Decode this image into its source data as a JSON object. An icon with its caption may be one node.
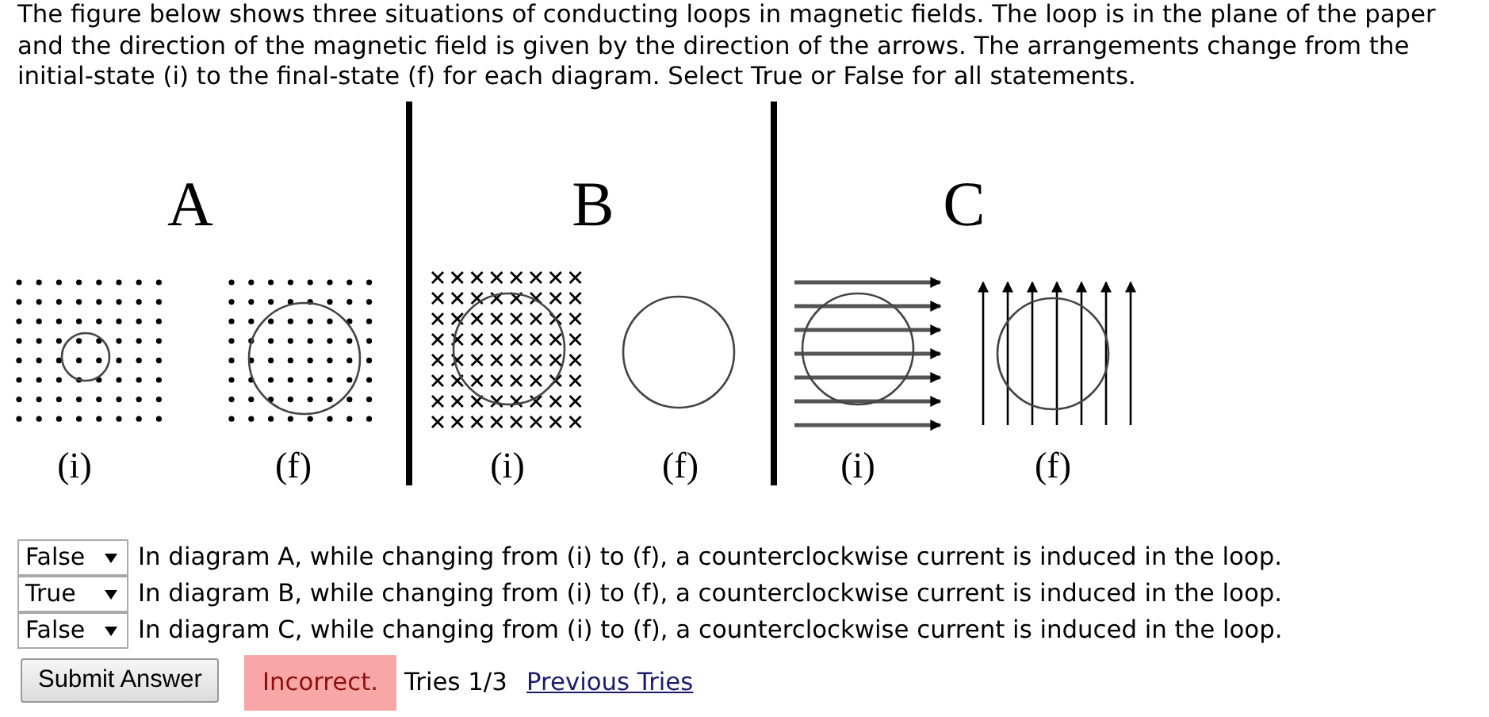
{
  "diagram": {
    "labels": [
      "The figure below shows three situations of conducting loops in magnetic fields. The loop is in the plane of the paper and the direction of the magnetic field is given by the direction of the arrows. The arrangements change from the initial-state (i) to the final-state (f) for each diagram. Select True or False for all statements.",
      "A",
      "B",
      "C",
      "(i)",
      "(f)",
      "(i)",
      "(f)",
      "(i)",
      "(f)",
      "False",
      "In diagram A, while changing from (i) to (f), a counterclockwise current is induced in the loop.",
      "True",
      "In diagram B, while changing from (i) to (f), a counterclockwise current is induced in the loop.",
      "False",
      "In diagram C, while changing from (i) to (f), a counterclockwise current is induced in the loop.",
      "Submit Answer",
      "Incorrect.",
      "Tries 1/3",
      "Previous Tries"
    ]
  }
}
